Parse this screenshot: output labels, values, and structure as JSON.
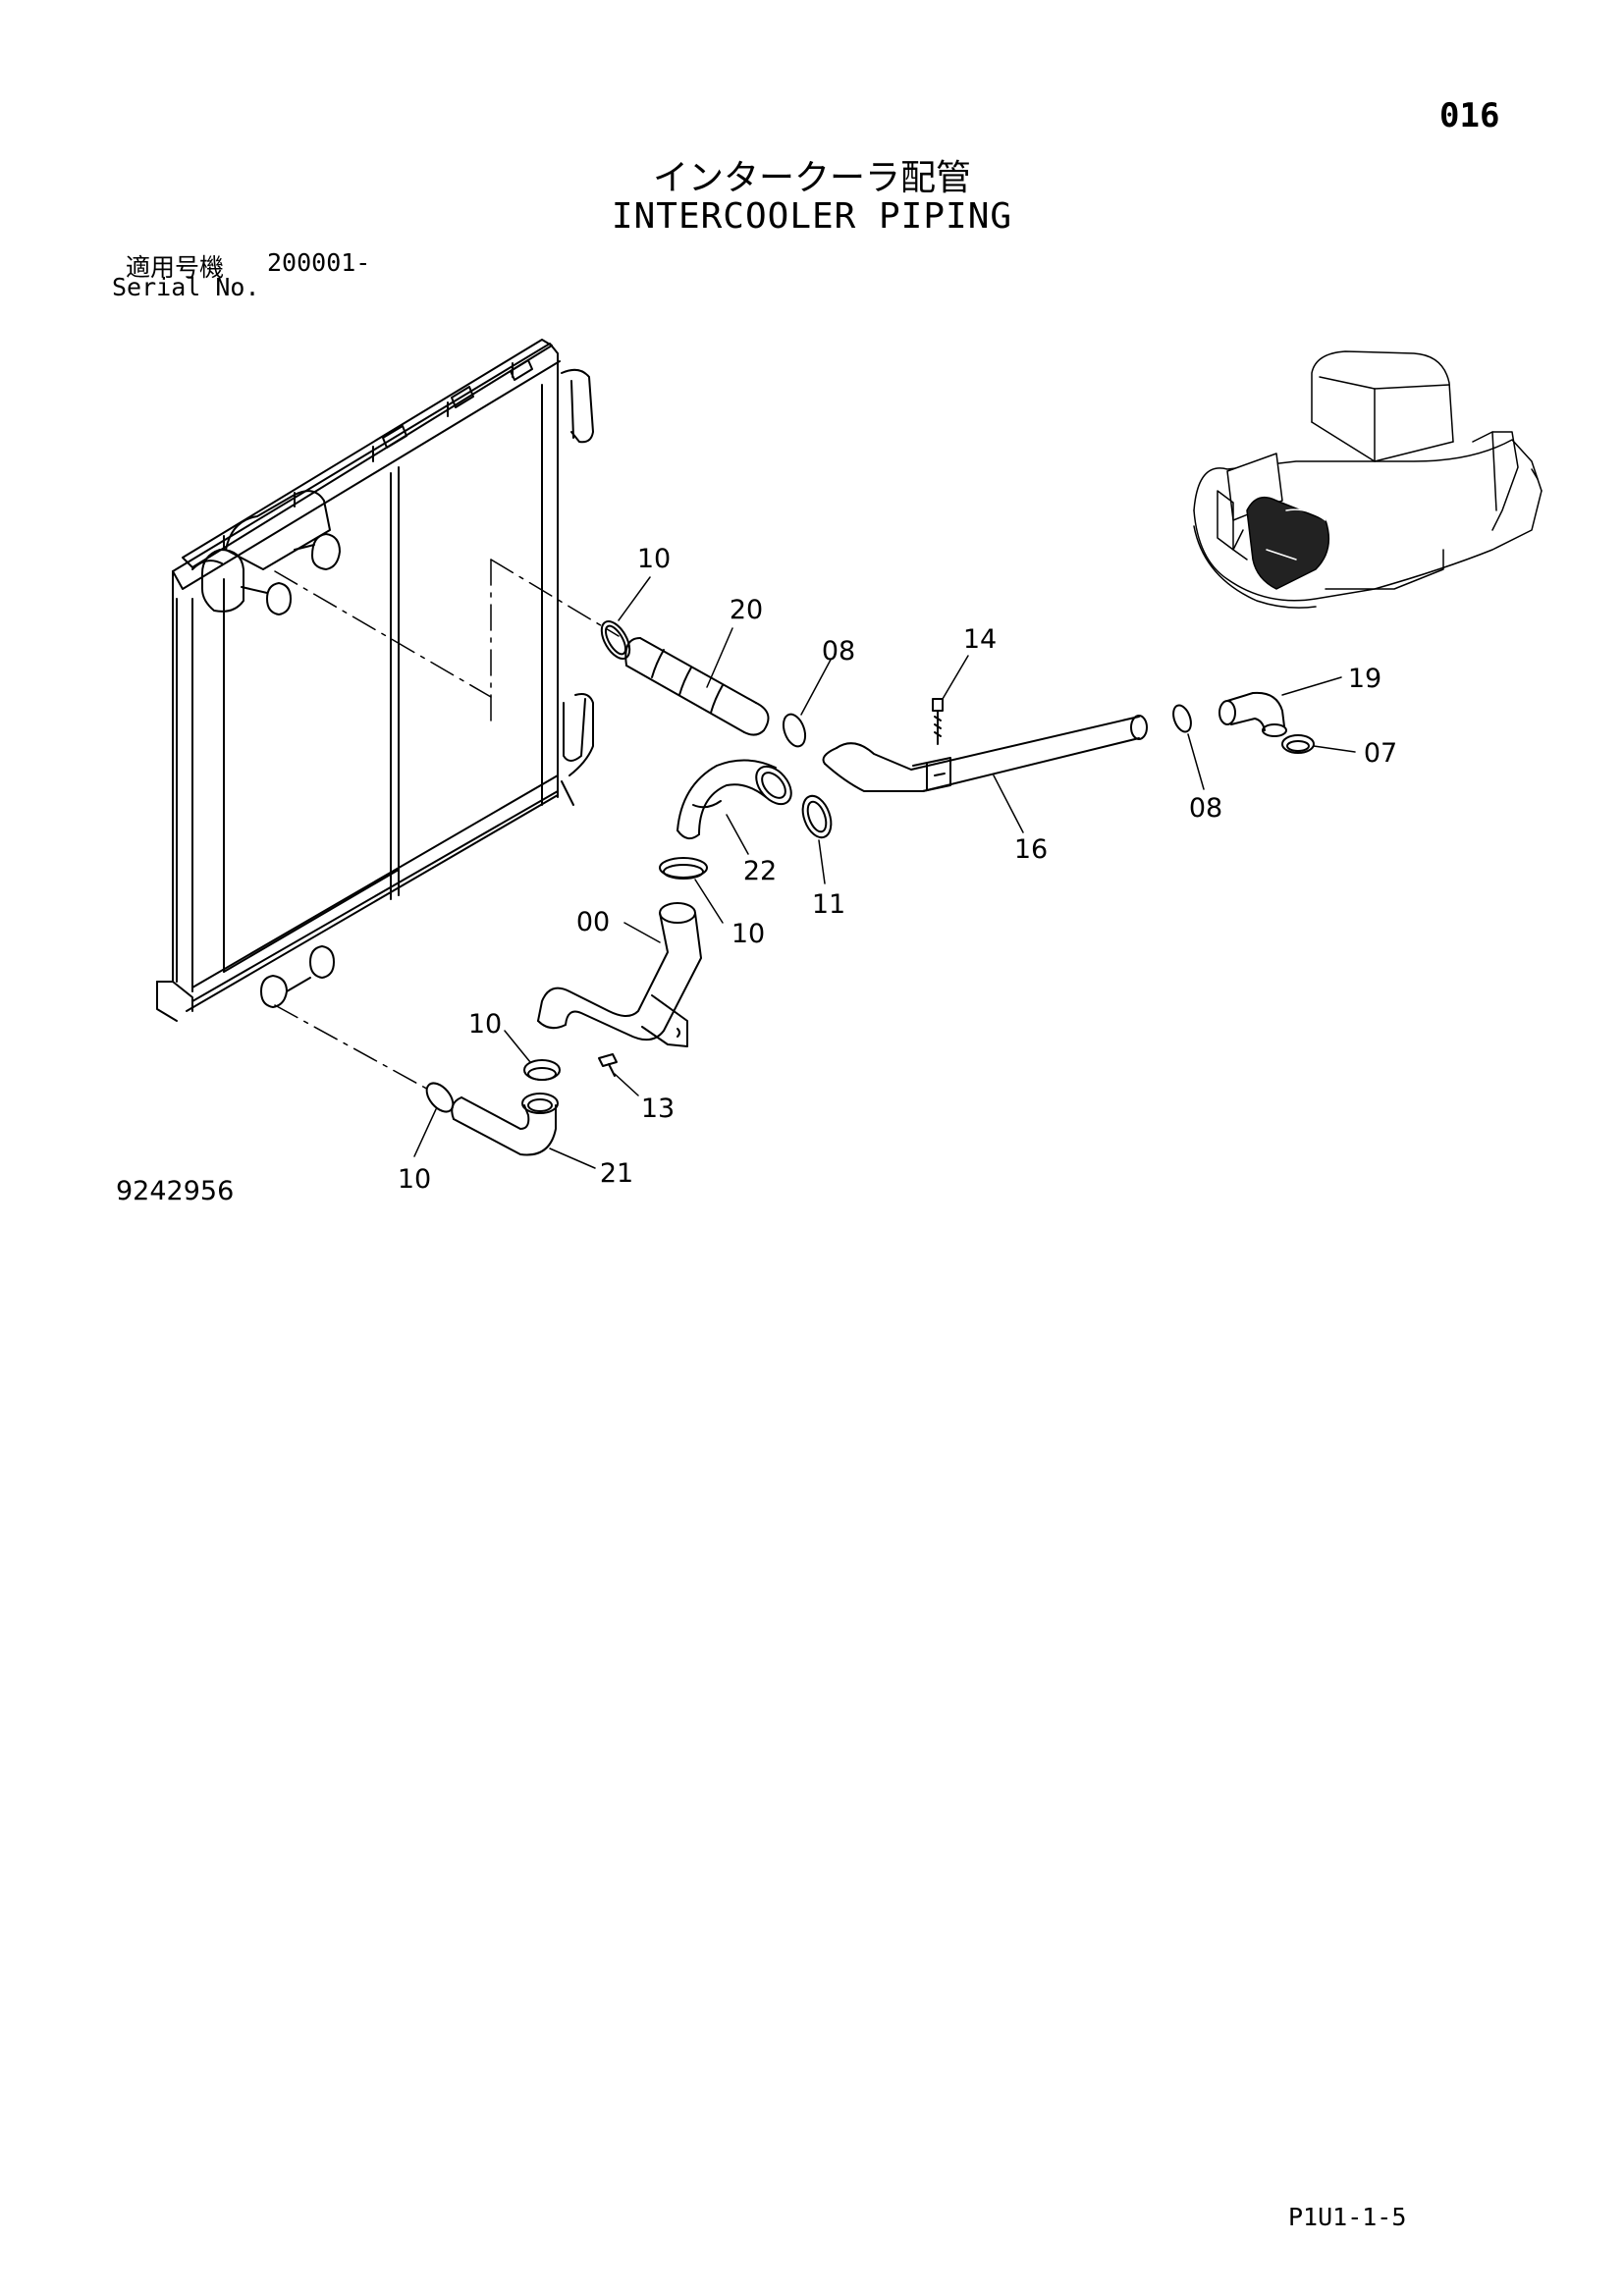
{
  "page_number": "016",
  "title_jp": "インタークーラ配管",
  "title_en": "INTERCOOLER PIPING",
  "serial": {
    "label_jp": "適用号機",
    "value": "200001-",
    "label_en": "Serial No."
  },
  "drawing_number": "9242956",
  "footer_code": "P1U1-1-5",
  "callouts": [
    {
      "id": "c1",
      "label": "10"
    },
    {
      "id": "c2",
      "label": "20"
    },
    {
      "id": "c3",
      "label": "08"
    },
    {
      "id": "c4",
      "label": "14"
    },
    {
      "id": "c5",
      "label": "19"
    },
    {
      "id": "c6",
      "label": "07"
    },
    {
      "id": "c7",
      "label": "08"
    },
    {
      "id": "c8",
      "label": "16"
    },
    {
      "id": "c9",
      "label": "22"
    },
    {
      "id": "c10",
      "label": "11"
    },
    {
      "id": "c11",
      "label": "00"
    },
    {
      "id": "c12",
      "label": "10"
    },
    {
      "id": "c13",
      "label": "10"
    },
    {
      "id": "c14",
      "label": "13"
    },
    {
      "id": "c15",
      "label": "10"
    },
    {
      "id": "c16",
      "label": "21"
    }
  ]
}
